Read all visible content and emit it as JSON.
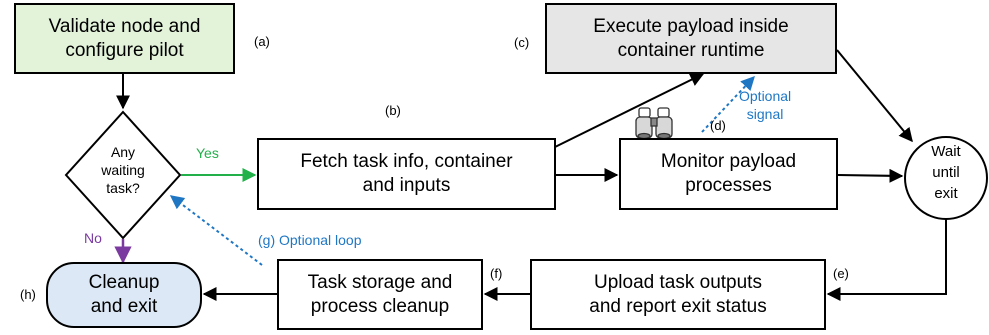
{
  "nodes": {
    "validate": "Validate node and\nconfigure pilot",
    "execute": "Execute payload inside\ncontainer runtime",
    "decision": "Any\nwaiting\ntask?",
    "fetch": "Fetch task info, container\nand inputs",
    "monitor": "Monitor payload\nprocesses",
    "wait": "Wait\nuntil\nexit",
    "cleanup_exit": "Cleanup\nand exit",
    "storage": "Task storage and\nprocess cleanup",
    "upload": "Upload task outputs\nand report exit status"
  },
  "edge_labels": {
    "yes": "Yes",
    "no": "No",
    "optional_signal": "Optional\nsignal",
    "optional_loop": "(g) Optional loop"
  },
  "step_labels": {
    "a": "(a)",
    "b": "(b)",
    "c": "(c)",
    "d": "(d)",
    "e": "(e)",
    "f": "(f)",
    "h": "(h)"
  },
  "colors": {
    "yes": "#22b04a",
    "no": "#7b3aa0",
    "optional": "#1f77c4",
    "validate_fill": "#e2f3d9",
    "execute_fill": "#e6e6e6",
    "cleanup_fill": "#dce8f5"
  },
  "icons": {
    "monitor": "binoculars-icon"
  }
}
